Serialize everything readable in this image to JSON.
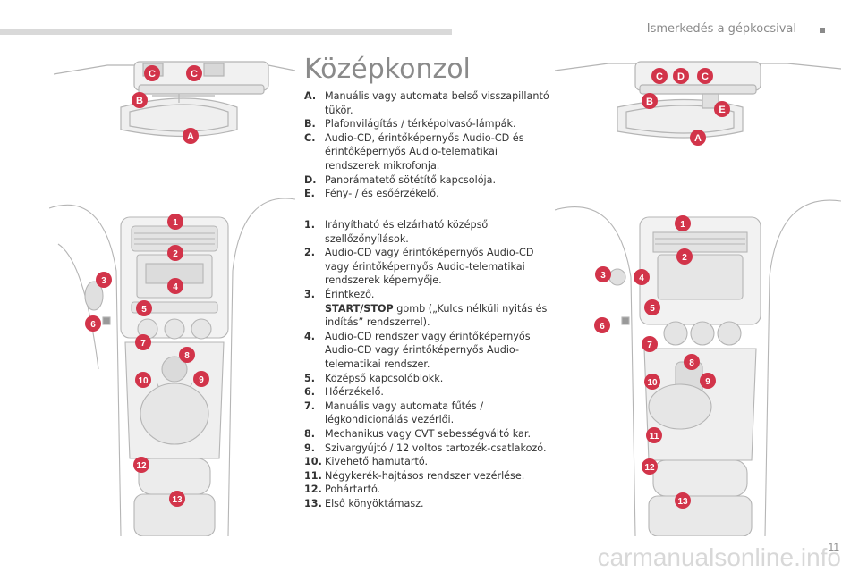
{
  "header": {
    "chapter": "Ismerkedés a gépkocsival"
  },
  "title": "Középkonzol",
  "letters": [
    {
      "key": "A.",
      "text": "Manuális vagy automata belső visszapillantó tükör."
    },
    {
      "key": "B.",
      "text": "Plafonvilágítás / térképolvasó-lámpák."
    },
    {
      "key": "C.",
      "text": "Audio-CD, érintőképernyős Audio-CD és érintőképernyős Audio-telematikai rendszerek mikrofonja."
    },
    {
      "key": "D.",
      "text": "Panorámatető sötétítő kapcsolója."
    },
    {
      "key": "E.",
      "text": "Fény- / és esőérzékelő."
    }
  ],
  "numbers": [
    {
      "key": "1.",
      "text": "Irányítható és elzárható középső szellőzőnyílások."
    },
    {
      "key": "2.",
      "text": "Audio-CD vagy érintőképernyős Audio-CD vagy érintőképernyős Audio-telematikai rendszerek képernyője."
    },
    {
      "key": "3.",
      "text": "Érintkező.",
      "bold": "START/STOP",
      "rest": " gomb („Kulcs nélküli nyitás és indítás” rendszerrel)."
    },
    {
      "key": "4.",
      "text": "Audio-CD rendszer vagy érintőképernyős Audio-CD vagy érintőképernyős Audio-telematikai rendszer."
    },
    {
      "key": "5.",
      "text": "Középső kapcsolóblokk."
    },
    {
      "key": "6.",
      "text": "Hőérzékelő."
    },
    {
      "key": "7.",
      "text": "Manuális vagy automata fűtés / légkondicionálás vezérlői."
    },
    {
      "key": "8.",
      "text": "Mechanikus vagy CVT sebességváltó kar."
    },
    {
      "key": "9.",
      "text": "Szivargyújtó / 12 voltos tartozék-csatlakozó."
    },
    {
      "key": "10.",
      "text": "Kivehető hamutartó."
    },
    {
      "key": "11.",
      "text": "Négykerék-hajtásos rendszer vezérlése."
    },
    {
      "key": "12.",
      "text": "Pohártartó."
    },
    {
      "key": "13.",
      "text": "Első könyöktámasz."
    }
  ],
  "page_number": "11",
  "watermark": "carmanualsonline.info",
  "colors": {
    "badge": "#d2344a",
    "line": "#b5b5b5",
    "fill": "#ececec",
    "title": "#8a8a8a"
  },
  "left_top_badges": [
    "C",
    "C",
    "B",
    "A"
  ],
  "right_top_badges": [
    "C",
    "D",
    "C",
    "B",
    "E",
    "A"
  ],
  "left_console_badges": [
    "1",
    "2",
    "3",
    "4",
    "5",
    "6",
    "7",
    "8",
    "9",
    "10",
    "12",
    "13"
  ],
  "right_console_badges": [
    "1",
    "2",
    "3",
    "4",
    "5",
    "6",
    "7",
    "8",
    "9",
    "10",
    "11",
    "12",
    "13"
  ]
}
